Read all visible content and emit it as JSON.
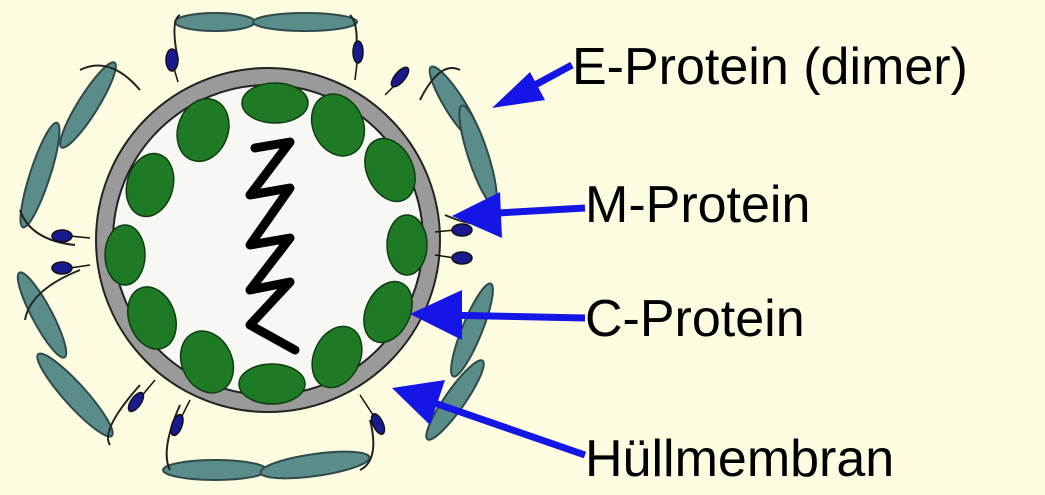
{
  "diagram": {
    "labels": {
      "e_protein": "E-Protein (dimer)",
      "m_protein": "M-Protein",
      "c_protein": "C-Protein",
      "membrane": "Hüllmembran"
    },
    "colors": {
      "background": "#fdfce0",
      "e_protein": "#5a8c8a",
      "membrane": "#9a9a9a",
      "c_protein": "#1e7a24",
      "m_protein": "#1a1a90",
      "arrow": "#1515e6",
      "genome": "#000000"
    }
  }
}
